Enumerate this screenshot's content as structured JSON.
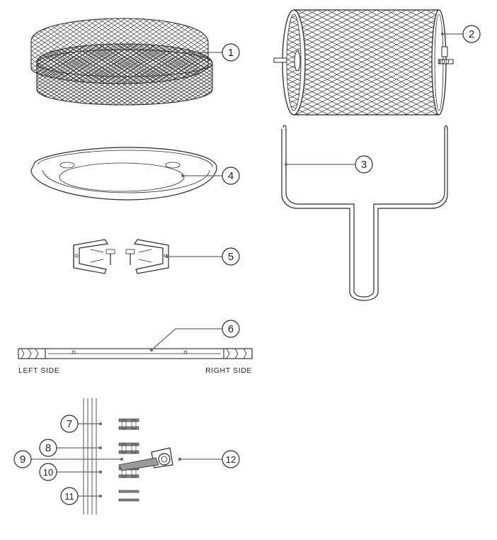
{
  "callouts": [
    {
      "id": "1",
      "label": "1"
    },
    {
      "id": "2",
      "label": "2"
    },
    {
      "id": "3",
      "label": "3"
    },
    {
      "id": "4",
      "label": "4"
    },
    {
      "id": "5",
      "label": "5"
    },
    {
      "id": "6",
      "label": "6"
    },
    {
      "id": "7",
      "label": "7"
    },
    {
      "id": "8",
      "label": "8"
    },
    {
      "id": "9",
      "label": "9"
    },
    {
      "id": "10",
      "label": "10"
    },
    {
      "id": "11",
      "label": "11"
    },
    {
      "id": "12",
      "label": "12"
    }
  ],
  "spit": {
    "left_label": "LEFT SIDE",
    "right_label": "RIGHT SIDE"
  },
  "colors": {
    "line": "#2a2a2a",
    "leader": "#666666",
    "background": "#ffffff"
  }
}
